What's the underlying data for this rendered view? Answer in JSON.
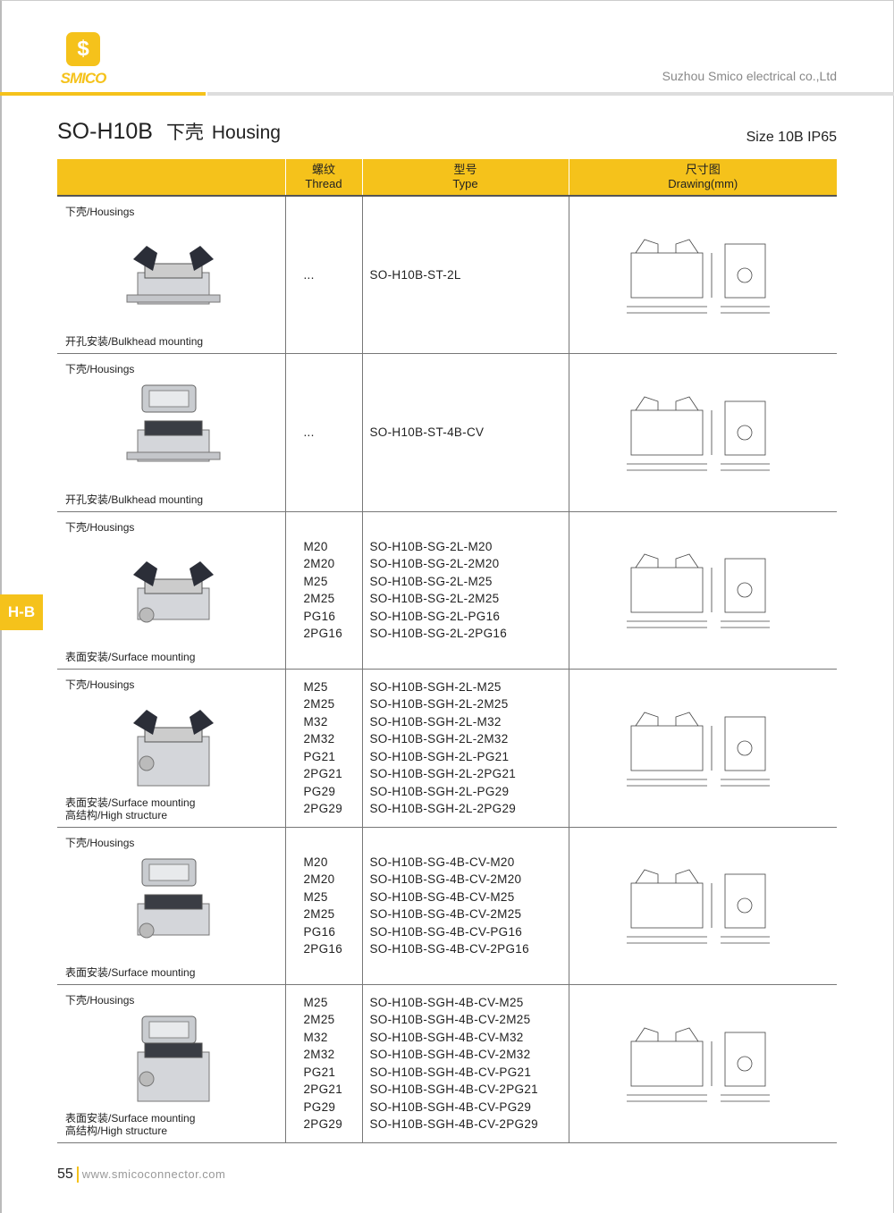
{
  "header": {
    "logo_text": "SMICO",
    "company": "Suzhou Smico electrical co.,Ltd"
  },
  "title": {
    "model": "SO-H10B",
    "cn": "下壳",
    "en": "Housing",
    "size": "Size 10B IP65"
  },
  "columns": {
    "c1": "",
    "thread_cn": "螺纹",
    "thread_en": "Thread",
    "type_cn": "型号",
    "type_en": "Type",
    "drawing_cn": "尺寸图",
    "drawing_en": "Drawing(mm)"
  },
  "side_tab": "H-B",
  "rows": [
    {
      "label": "下壳/Housings",
      "mount": "开孔安装/Bulkhead mounting",
      "mount2": "",
      "threads": "...",
      "types": "SO-H10B-ST-2L"
    },
    {
      "label": "下壳/Housings",
      "mount": "开孔安装/Bulkhead mounting",
      "mount2": "",
      "threads": "...",
      "types": "SO-H10B-ST-4B-CV"
    },
    {
      "label": "下壳/Housings",
      "mount": "表面安装/Surface mounting",
      "mount2": "",
      "threads": "M20\n2M20\nM25\n2M25\nPG16\n2PG16",
      "types": "SO-H10B-SG-2L-M20\nSO-H10B-SG-2L-2M20\nSO-H10B-SG-2L-M25\nSO-H10B-SG-2L-2M25\nSO-H10B-SG-2L-PG16\nSO-H10B-SG-2L-2PG16"
    },
    {
      "label": "下壳/Housings",
      "mount": "表面安装/Surface mounting",
      "mount2": "高结构/High structure",
      "threads": "M25\n2M25\nM32\n2M32\nPG21\n2PG21\nPG29\n2PG29",
      "types": "SO-H10B-SGH-2L-M25\nSO-H10B-SGH-2L-2M25\nSO-H10B-SGH-2L-M32\nSO-H10B-SGH-2L-2M32\nSO-H10B-SGH-2L-PG21\nSO-H10B-SGH-2L-2PG21\nSO-H10B-SGH-2L-PG29\nSO-H10B-SGH-2L-2PG29"
    },
    {
      "label": "下壳/Housings",
      "mount": "表面安装/Surface mounting",
      "mount2": "",
      "threads": "M20\n2M20\nM25\n2M25\nPG16\n2PG16",
      "types": "SO-H10B-SG-4B-CV-M20\nSO-H10B-SG-4B-CV-2M20\nSO-H10B-SG-4B-CV-M25\nSO-H10B-SG-4B-CV-2M25\nSO-H10B-SG-4B-CV-PG16\nSO-H10B-SG-4B-CV-2PG16"
    },
    {
      "label": "下壳/Housings",
      "mount": "表面安装/Surface mounting",
      "mount2": "高结构/High structure",
      "threads": "M25\n2M25\nM32\n2M32\nPG21\n2PG21\nPG29\n2PG29",
      "types": "SO-H10B-SGH-4B-CV-M25\nSO-H10B-SGH-4B-CV-2M25\nSO-H10B-SGH-4B-CV-M32\nSO-H10B-SGH-4B-CV-2M32\nSO-H10B-SGH-4B-CV-PG21\nSO-H10B-SGH-4B-CV-2PG21\nSO-H10B-SGH-4B-CV-PG29\nSO-H10B-SGH-4B-CV-2PG29"
    }
  ],
  "footer": {
    "page": "55",
    "url": "www.smicoconnector.com"
  },
  "colors": {
    "accent": "#f5c21b",
    "rule": "#dddddd"
  }
}
